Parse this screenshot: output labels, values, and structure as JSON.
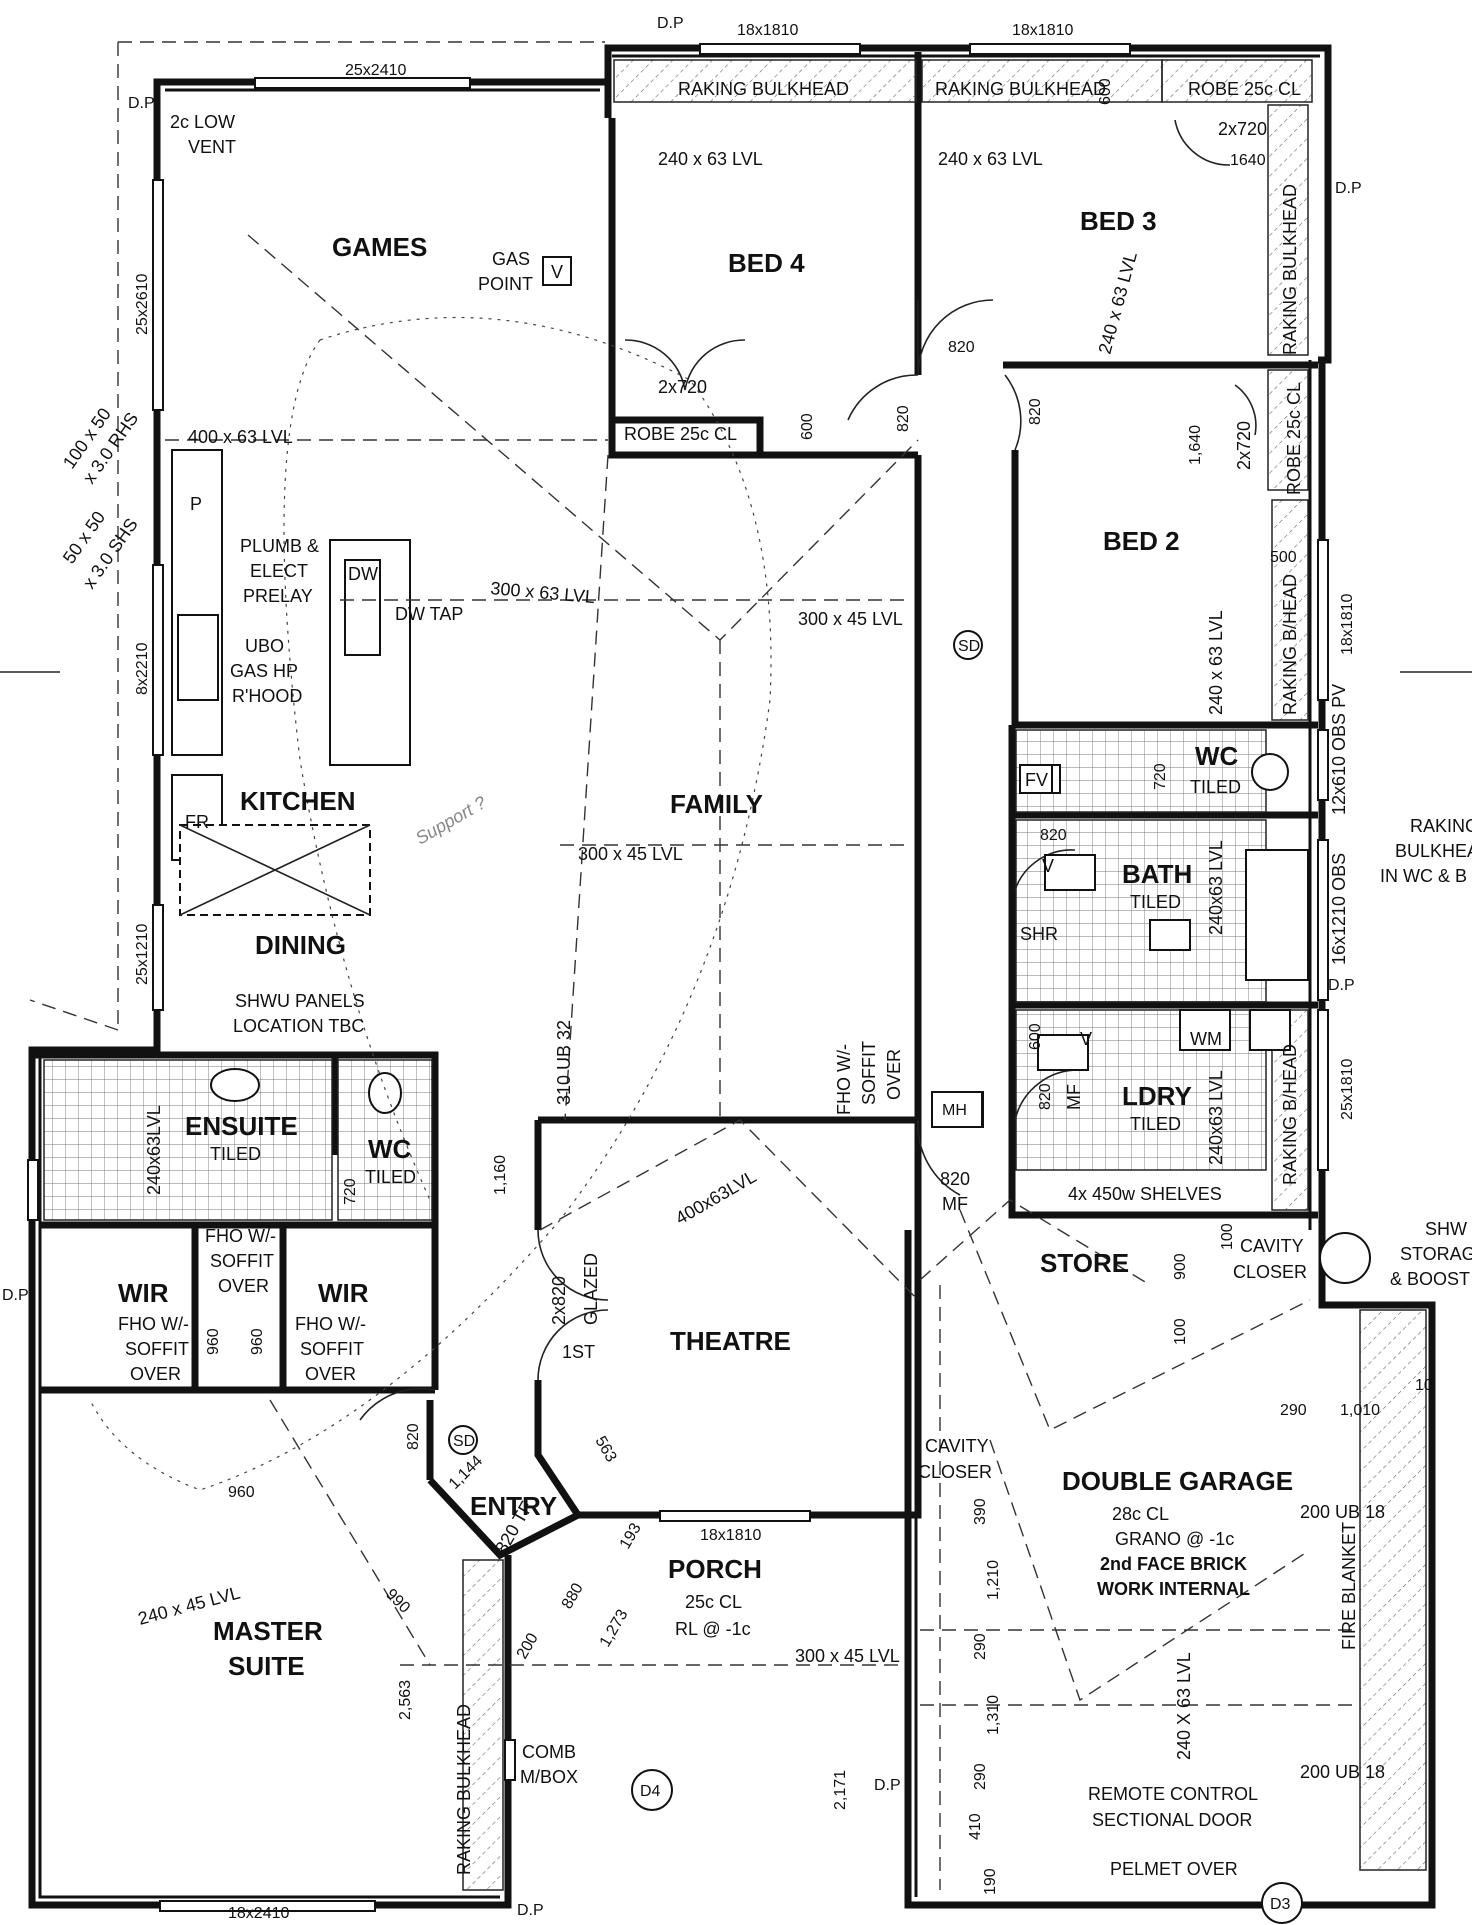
{
  "rooms": {
    "games": "GAMES",
    "bed4": "BED 4",
    "bed3": "BED 3",
    "bed2": "BED 2",
    "kitchen": "KITCHEN",
    "dining": "DINING",
    "family": "FAMILY",
    "ensuite": "ENSUITE",
    "ensuite_sub": "TILED",
    "ensuite_wc": "WC",
    "ensuite_wc_sub": "TILED",
    "wir": "WIR",
    "theatre": "THEATRE",
    "entry": "ENTRY",
    "porch": "PORCH",
    "porch_sub1": "25c CL",
    "porch_sub2": "RL @ -1c",
    "master1": "MASTER",
    "master2": "SUITE",
    "store": "STORE",
    "garage": "DOUBLE GARAGE",
    "garage_sub1": "28c CL",
    "garage_sub2": "GRANO @ -1c",
    "garage_sub3": "2nd FACE BRICK",
    "garage_sub4": "WORK INTERNAL",
    "wc": "WC",
    "wc_sub": "TILED",
    "bath": "BATH",
    "bath_sub": "TILED",
    "ldry": "LDRY",
    "ldry_sub": "TILED"
  },
  "notes": {
    "raking_bulkhead": "RAKING BULKHEAD",
    "robe": "ROBE 25c CL",
    "lvl_240": "240 x 63 LVL",
    "lvl_240b": "240x63 LVL",
    "lvl_240_ensuite": "240x63LVL",
    "lvl_400": "400 x 63 LVL",
    "lvl_400b": "400x63LVL",
    "lvl_300_63": "300 x 63 LVL",
    "lvl_300_45": "300 x 45 LVL",
    "lvl_240_45": "240 x 45 LVL",
    "lvl_240_63_3": "240 X 63 LVL",
    "gas_point_1": "GAS",
    "gas_point_2": "POINT",
    "vent1": "2c LOW",
    "vent2": "VENT",
    "dp": "D.P",
    "dp2": "D.P",
    "plumb1": "PLUMB &",
    "plumb2": "ELECT",
    "plumb3": "PRELAY",
    "ubo1": "UBO",
    "ubo2": "GAS HP",
    "ubo3": "R'HOOD",
    "dw": "DW",
    "dw_tap": "DW TAP",
    "fr": "FR",
    "p": "P",
    "shwu1": "SHWU PANELS",
    "shwu2": "LOCATION TBC",
    "ub310": "310 UB 32",
    "fho1": "FHO W/-",
    "fho2": "SOFFIT",
    "fho3": "OVER",
    "mh": "MH",
    "mf": "MF",
    "door820": "820",
    "sd": "SD",
    "fv": "FV",
    "v": "V",
    "wm": "WM",
    "shr": "SHR",
    "shelves": "4x 450w SHELVES",
    "cavity1": "CAVITY",
    "cavity2": "CLOSER",
    "shw1": "SHW",
    "shw2": "STORAG",
    "shw3": "& BOOST",
    "raking_wc1": "RAKING",
    "raking_wc2": "BULKHEA",
    "raking_wc3": "IN WC & B",
    "raking_bhead": "RAKING B/HEAD",
    "obs_pv": "12x610 OBS PV",
    "obs_bath": "16x1210 OBS",
    "first": "1ST",
    "glazed1": "2x820",
    "glazed2": "GLAZED",
    "tf": "820 TF",
    "ub200": "200 UB 18",
    "fire": "FIRE BLANKET",
    "remote1": "REMOTE CONTROL",
    "remote2": "SECTIONAL DOOR",
    "pelmet": "PELMET OVER",
    "comb1": "COMB",
    "comb2": "M/BOX",
    "d4": "D4",
    "d3": "D3",
    "rhs1": "100 x 50",
    "rhs2": "x 3.0 RHS",
    "shs1": "50 x 50",
    "shs2": "x 3.0 SHS",
    "door2x720": "2x720",
    "door2x720b": "2x720",
    "support": "Support ?"
  },
  "dims": {
    "top_win1": "18x1810",
    "top_win2": "18x1810",
    "games_win": "25x2410",
    "left_win1": "25x2610",
    "left_win2": "8x2210",
    "left_win3": "25x1210",
    "right_win1": "18x1810",
    "right_win2": "25x1810",
    "porch_win": "18x1810",
    "bottom_win": "18x2410",
    "d600": "600",
    "d820": "820",
    "d1640": "1,640",
    "d1640b": "1640",
    "d500": "500",
    "d960": "960",
    "d1160": "1,160",
    "d563": "563",
    "d1144": "1,144",
    "d193": "193",
    "d880": "880",
    "d1273": "1,273",
    "d200": "200",
    "d990": "990",
    "d2563": "2,563",
    "d2171": "2,171",
    "d900": "900",
    "d100": "100",
    "d290": "290",
    "d1010": "1,010",
    "d390": "390",
    "d1210": "1,210",
    "d1310": "1,310",
    "d410": "410",
    "d190": "190",
    "d720": "720",
    "d10": "10"
  }
}
